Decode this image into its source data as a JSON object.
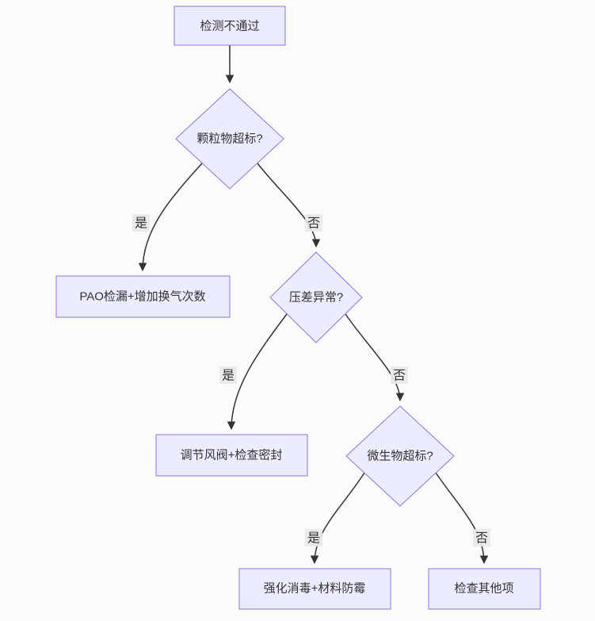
{
  "diagram": {
    "type": "flowchart",
    "direction": "top-down",
    "colors": {
      "node_fill": "#ECECFF",
      "node_border": "#9370DB",
      "edge_stroke": "#333333",
      "edge_label_bg": "#e8e8e8",
      "text": "#333333",
      "background": "#fbfbfb"
    }
  },
  "nodes": [
    {
      "id": "start",
      "type": "rect",
      "label": "检测不通过"
    },
    {
      "id": "q_particle",
      "type": "diamond",
      "label": "颗粒物超标?"
    },
    {
      "id": "act_pao",
      "type": "rect",
      "label": "PAO检漏+增加换气次数"
    },
    {
      "id": "q_pressure",
      "type": "diamond",
      "label": "压差异常?"
    },
    {
      "id": "act_valve",
      "type": "rect",
      "label": "调节风阀+检查密封"
    },
    {
      "id": "q_microbe",
      "type": "diamond",
      "label": "微生物超标?"
    },
    {
      "id": "act_disinfect",
      "type": "rect",
      "label": "强化消毒+材料防霉"
    },
    {
      "id": "act_other",
      "type": "rect",
      "label": "检查其他项"
    }
  ],
  "edges": [
    {
      "from": "start",
      "to": "q_particle",
      "label": ""
    },
    {
      "from": "q_particle",
      "to": "act_pao",
      "label": "是"
    },
    {
      "from": "q_particle",
      "to": "q_pressure",
      "label": "否"
    },
    {
      "from": "q_pressure",
      "to": "act_valve",
      "label": "是"
    },
    {
      "from": "q_pressure",
      "to": "q_microbe",
      "label": "否"
    },
    {
      "from": "q_microbe",
      "to": "act_disinfect",
      "label": "是"
    },
    {
      "from": "q_microbe",
      "to": "act_other",
      "label": "否"
    }
  ]
}
